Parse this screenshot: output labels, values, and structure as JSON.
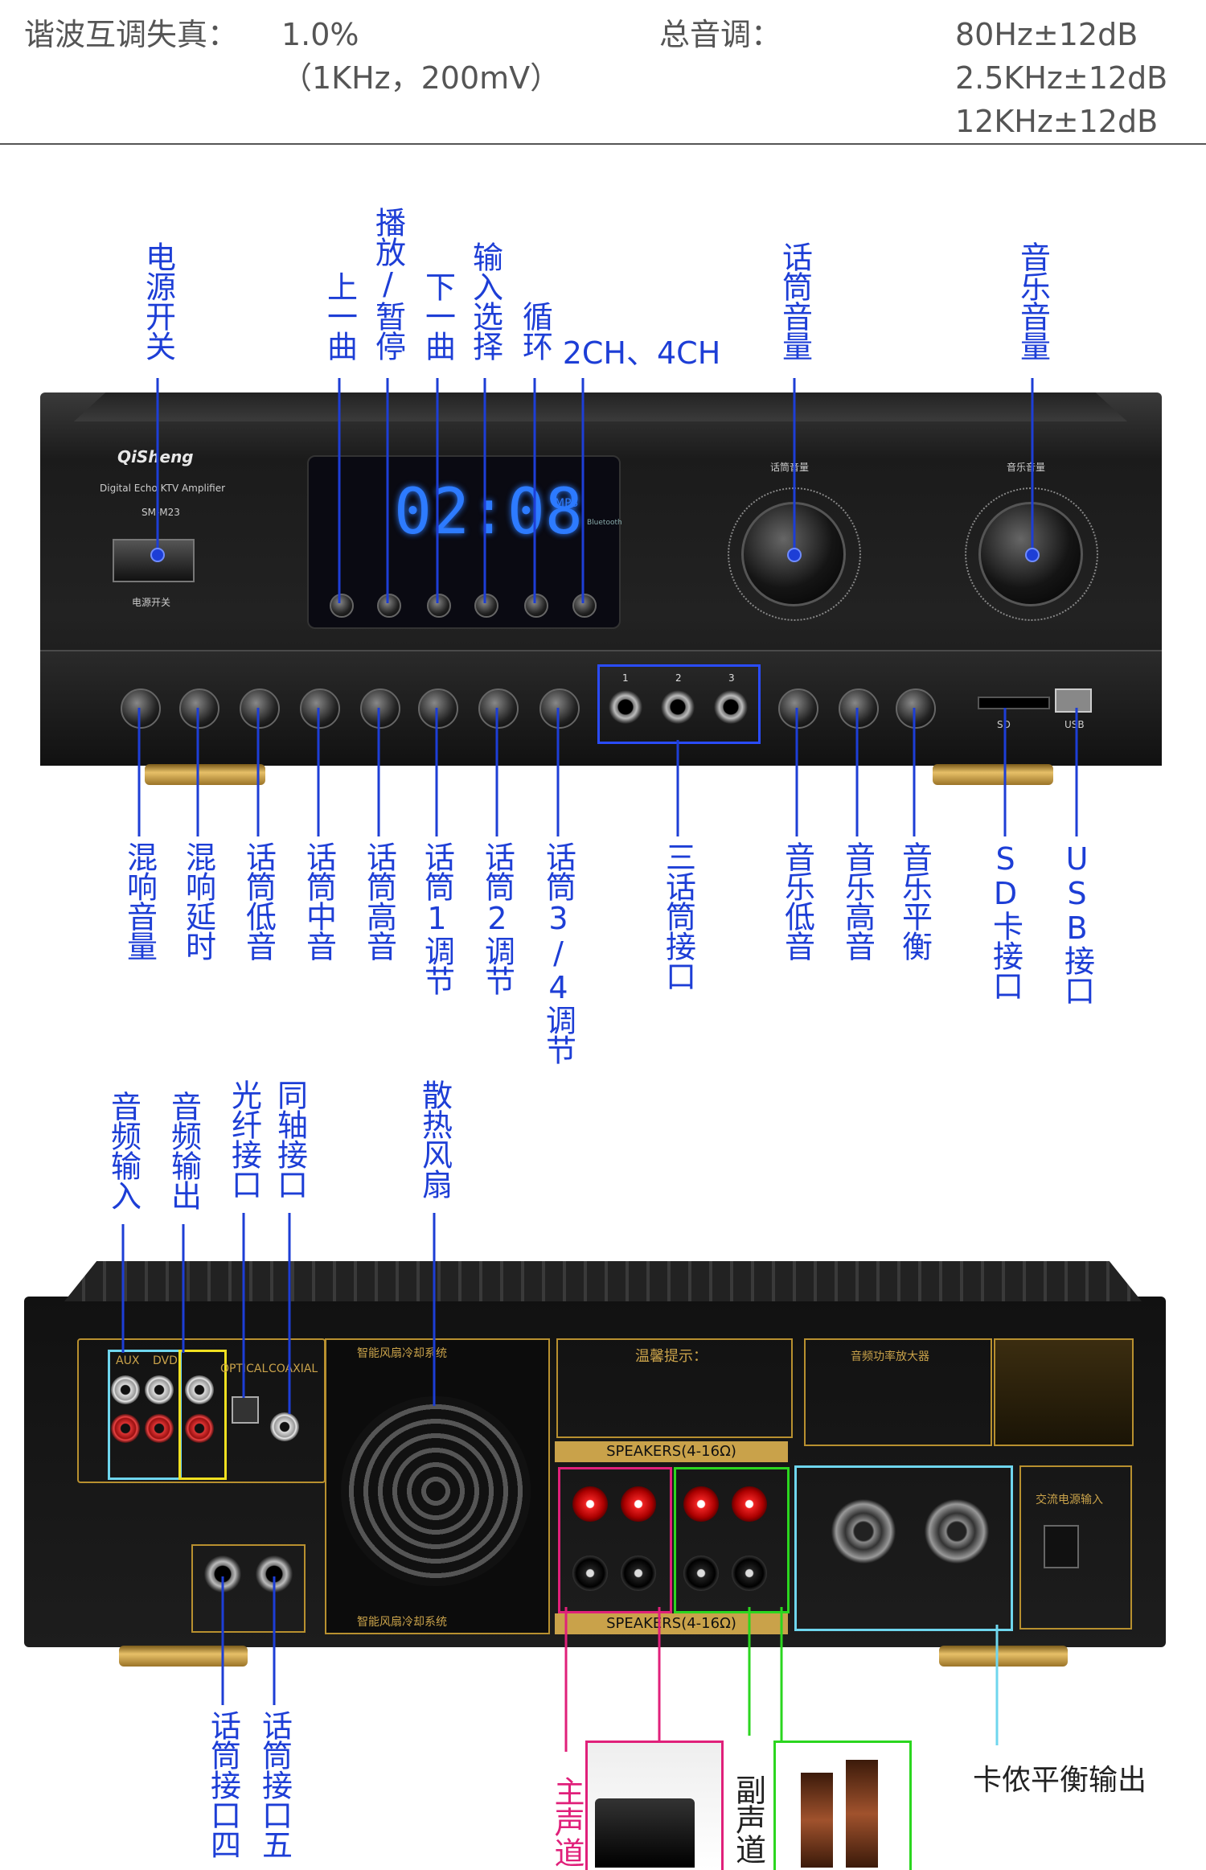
{
  "specs": {
    "thd_label": "谐波互调失真：",
    "thd_value_1": "1.0%",
    "thd_value_2": "（1KHz，200mV）",
    "tone_label": "总音调：",
    "tone_value_1": "80Hz±12dB",
    "tone_value_2": "2.5KHz±12dB",
    "tone_value_3": "12KHz±12dB"
  },
  "front_panel": {
    "brand": "QiSheng",
    "model_line": "Digital Echo KTV Amplifier",
    "model": "SM-M23",
    "power_text": "电源开关",
    "display_time": "02:08",
    "display_mode": "MP3",
    "bluetooth": "Bluetooth",
    "mic_volume_text": "话筒音量",
    "music_volume_text": "音乐音量",
    "jack_numbers": [
      "1",
      "2",
      "3"
    ],
    "sd_text": "SD",
    "usb_text": "USB"
  },
  "front_labels_top": {
    "power": "电源开关",
    "prev": "上一曲",
    "play_pause": "播放/暂停",
    "next": "下一曲",
    "input_select": "输入选择",
    "loop": "循环",
    "channel": "2CH、4CH",
    "mic_volume": "话筒音量",
    "music_volume": "音乐音量"
  },
  "front_labels_bottom": {
    "reverb_volume": "混响音量",
    "reverb_delay": "混响延时",
    "mic_bass": "话筒低音",
    "mic_mid": "话筒中音",
    "mic_treble": "话筒高音",
    "mic1_adjust": "话筒1调节",
    "mic2_adjust": "话筒2调节",
    "mic34_adjust": "话筒3/4调节",
    "three_mic_jacks": "三话筒接口",
    "music_bass": "音乐低音",
    "music_treble": "音乐高音",
    "music_balance": "音乐平衡",
    "sd_port": "SD卡接口",
    "usb_port": "USB接口"
  },
  "rear_panel": {
    "fan_title": "智能风扇冷却系统",
    "notice_title": "温馨提示：",
    "speakers_label": "SPEAKERS(4-16Ω)",
    "info_title": "音频功率放大器",
    "optical": "OPTICAL",
    "coaxial": "COAXIAL",
    "aux": "AUX",
    "dvd": "DVD",
    "ac_text": "交流电源输入"
  },
  "rear_labels": {
    "audio_in": "音频输入",
    "audio_out": "音频输出",
    "optical_port": "光纤接口",
    "coaxial_port": "同轴接口",
    "fan": "散热风扇",
    "mic4": "话筒接口四",
    "mic5": "话筒接口五",
    "main_channel": "主声道",
    "sub_channel": "副声道",
    "speakon_out": "卡侬平衡输出"
  },
  "colors": {
    "label_blue": "#1d3ed6",
    "highlight_pink": "#e0207a",
    "highlight_green": "#2bd61f",
    "highlight_cyan": "#6fd6ee",
    "highlight_yellow": "#f0e020",
    "display_blue": "#2d7bff"
  }
}
